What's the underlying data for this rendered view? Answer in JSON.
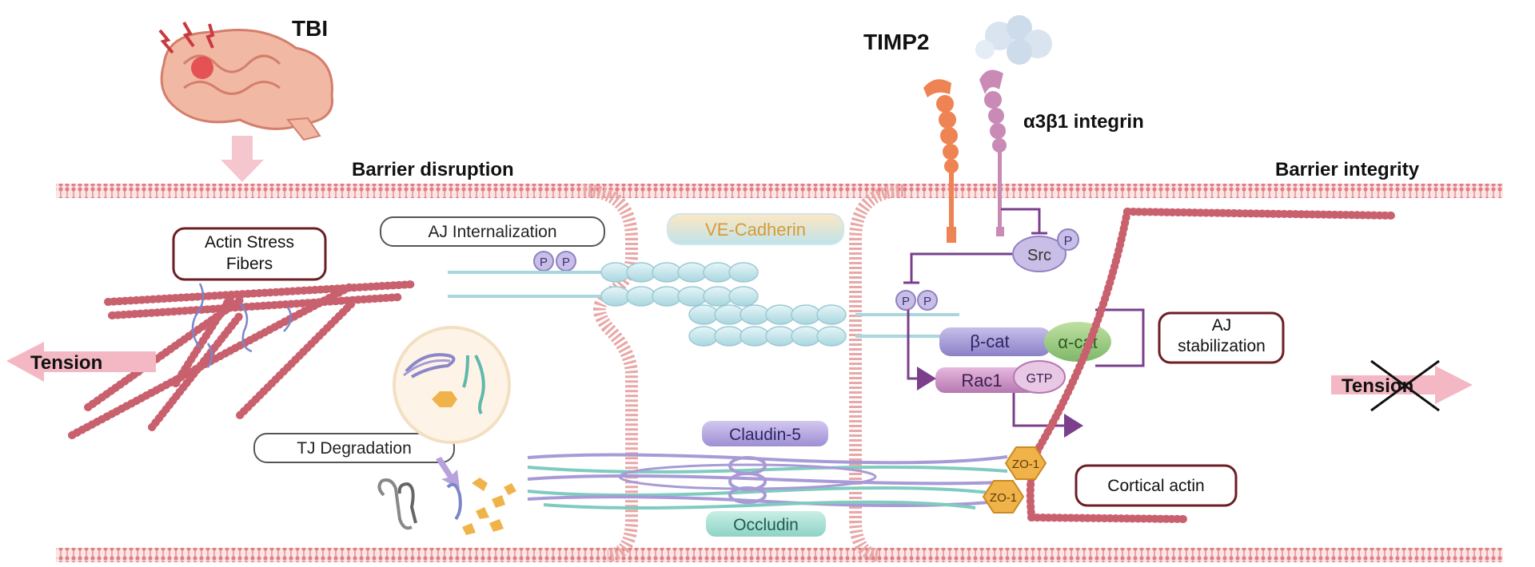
{
  "labels": {
    "tbi": "TBI",
    "timp2": "TIMP2",
    "integrin": "α3β1 integrin",
    "barrier_disruption": "Barrier disruption",
    "barrier_integrity": "Barrier integrity",
    "actin_stress_fibers_line1": "Actin Stress",
    "actin_stress_fibers_line2": "Fibers",
    "aj_internalization": "AJ Internalization",
    "ve_cadherin": "VE-Cadherin",
    "src": "Src",
    "phospho": "P",
    "beta_cat": "β-cat",
    "alpha_cat": "α-cat",
    "rac1": "Rac1",
    "gtp": "GTP",
    "aj_stabilization_line1": "AJ",
    "aj_stabilization_line2": "stabilization",
    "tension_left": "Tension",
    "tension_right": "Tension",
    "tj_degradation": "TJ Degradation",
    "claudin5": "Claudin-5",
    "occludin": "Occludin",
    "zo1": "ZO-1",
    "cortical_actin": "Cortical actin"
  },
  "colors": {
    "membrane": "#e9a7a7",
    "actin": "#c9606e",
    "box_border": "#6b1e24",
    "cadherin": "#bfe3ea",
    "claudin": "#a89ad6",
    "occludin": "#7fcbbf",
    "purple_arrow": "#7b3f8c",
    "timp2_orange": "#ee8354",
    "integrin_pink": "#c98ab6",
    "zo1": "#f0b34a",
    "arrow_pink": "#f4b8c4"
  }
}
